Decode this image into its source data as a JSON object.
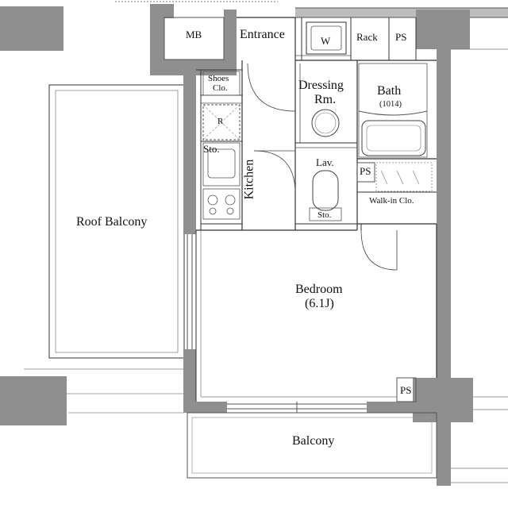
{
  "floor_plan": {
    "rooms": {
      "mb": "MB",
      "entrance": "Entrance",
      "w": "W",
      "rack": "Rack",
      "ps_top": "PS",
      "shoes_clo_line1": "Shoes",
      "shoes_clo_line2": "Clo.",
      "dressing_line1": "Dressing",
      "dressing_line2": "Rm.",
      "bath": "Bath",
      "bath_size": "(1014)",
      "r": "R",
      "sto_kitchen": "Sto.",
      "kitchen": "Kitchen",
      "lav": "Lav.",
      "ps_mid": "PS",
      "sto_lav": "Sto.",
      "walkin": "Walk-in Clo.",
      "roof_balcony": "Roof Balcony",
      "bedroom": "Bedroom",
      "bedroom_size": "(6.1J)",
      "ps_bottom": "PS",
      "balcony": "Balcony"
    },
    "colors": {
      "wall": "#8f8f8f",
      "line": "#333333",
      "thin_line": "#777777"
    }
  }
}
